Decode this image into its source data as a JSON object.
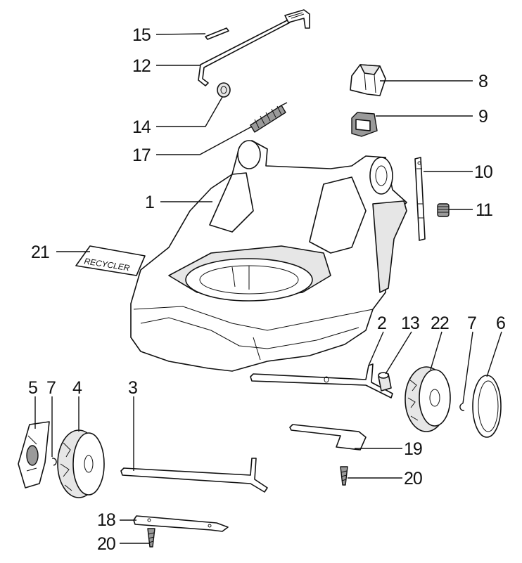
{
  "labels": {
    "l1": "1",
    "l2": "2",
    "l3": "3",
    "l4": "4",
    "l5": "5",
    "l6": "6",
    "l7a": "7",
    "l7b": "7",
    "l8": "8",
    "l9": "9",
    "l10": "10",
    "l11": "11",
    "l12": "12",
    "l13": "13",
    "l14": "14",
    "l15": "15",
    "l17": "17",
    "l18": "18",
    "l19": "19",
    "l20a": "20",
    "l20b": "20",
    "l21": "21",
    "l22": "22"
  },
  "decal_text": "RECYCLER"
}
